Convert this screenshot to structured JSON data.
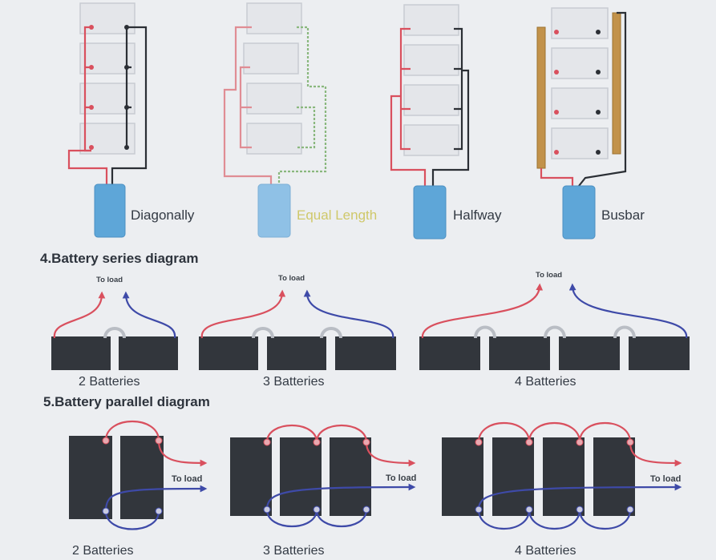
{
  "wiring_methods": [
    {
      "label": "Diagonally"
    },
    {
      "label": "Equal Length"
    },
    {
      "label": "Halfway"
    },
    {
      "label": "Busbar"
    }
  ],
  "series_section": {
    "title": "4.Battery series diagram",
    "to_load": "To load",
    "groups": [
      {
        "count": 2,
        "label": "2 Batteries"
      },
      {
        "count": 3,
        "label": "3 Batteries"
      },
      {
        "count": 4,
        "label": "4 Batteries"
      }
    ]
  },
  "parallel_section": {
    "title": "5.Battery parallel diagram",
    "to_load": "To load",
    "groups": [
      {
        "count": 2,
        "label": "2 Batteries"
      },
      {
        "count": 3,
        "label": "3 Batteries"
      },
      {
        "count": 4,
        "label": "4 Batteries"
      }
    ]
  },
  "colors": {
    "positive": "#d9505e",
    "negative": "#3e4aa8",
    "battery": "#32363c",
    "inverter": "#5ea6d8",
    "busbar": "#c2924a"
  }
}
